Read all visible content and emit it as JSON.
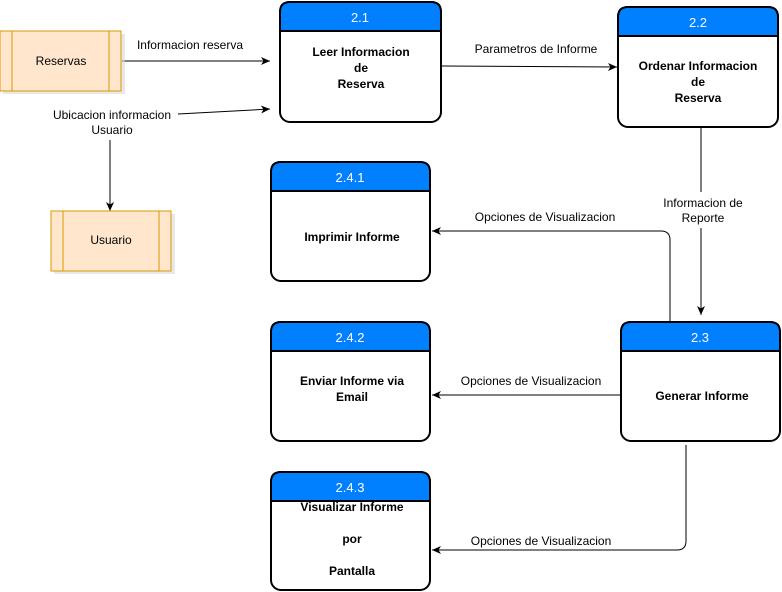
{
  "colors": {
    "process_header": "#007FFF",
    "process_border": "#000000",
    "entity_fill": "#FFE6CC",
    "entity_border": "#D79B00",
    "edge": "#000000"
  },
  "entities": {
    "reservas": "Reservas",
    "usuario": "Usuario"
  },
  "processes": {
    "p21": {
      "id": "2.1",
      "title": [
        "Leer Informacion",
        "de",
        "Reserva"
      ]
    },
    "p22": {
      "id": "2.2",
      "title": [
        "Ordenar Informacion",
        "de",
        "Reserva"
      ]
    },
    "p23": {
      "id": "2.3",
      "title": [
        "Generar Informe"
      ]
    },
    "p241": {
      "id": "2.4.1",
      "title": [
        "Imprimir Informe"
      ]
    },
    "p242": {
      "id": "2.4.2",
      "title": [
        "Enviar Informe via",
        "Email"
      ]
    },
    "p243": {
      "id": "2.4.3",
      "title": [
        "Visualizar Informe",
        "por",
        "Pantalla"
      ]
    }
  },
  "flows": {
    "informacion_reserva": "Informacion reserva",
    "ubicacion_usuario": [
      "Ubicacion informacion",
      "Usuario"
    ],
    "parametros_informe": "Parametros de Informe",
    "informacion_reporte": [
      "Informacion de",
      "Reporte"
    ],
    "opciones_1": "Opciones de Visualizacion",
    "opciones_2": "Opciones de Visualizacion",
    "opciones_3": "Opciones de Visualizacion"
  }
}
